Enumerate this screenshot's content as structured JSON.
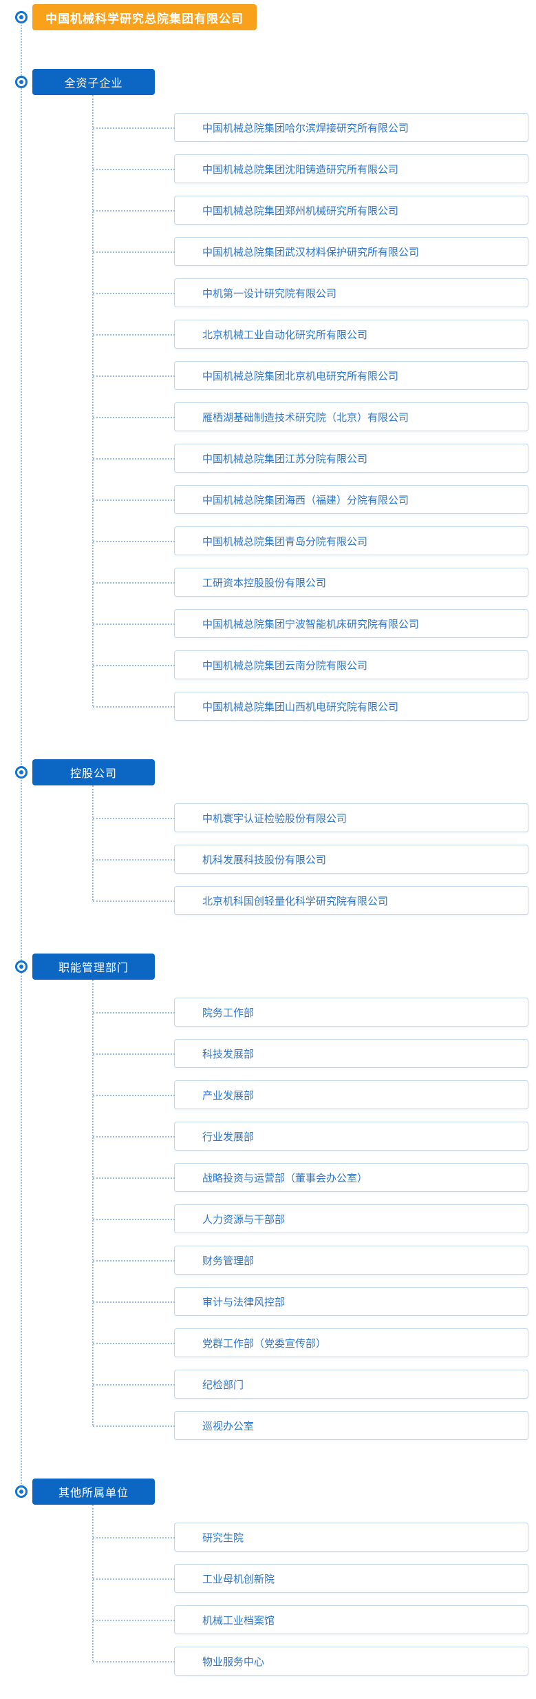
{
  "root": {
    "label": "中国机械科学研究总院集团有限公司"
  },
  "sections": [
    {
      "label": "全资子企业",
      "items": [
        "中国机械总院集团哈尔滨焊接研究所有限公司",
        "中国机械总院集团沈阳铸造研究所有限公司",
        "中国机械总院集团郑州机械研究所有限公司",
        "中国机械总院集团武汉材料保护研究所有限公司",
        "中机第一设计研究院有限公司",
        "北京机械工业自动化研究所有限公司",
        "中国机械总院集团北京机电研究所有限公司",
        "雁栖湖基础制造技术研究院（北京）有限公司",
        "中国机械总院集团江苏分院有限公司",
        "中国机械总院集团海西（福建）分院有限公司",
        "中国机械总院集团青岛分院有限公司",
        "工研资本控股股份有限公司",
        "中国机械总院集团宁波智能机床研究院有限公司",
        "中国机械总院集团云南分院有限公司",
        "中国机械总院集团山西机电研究院有限公司"
      ]
    },
    {
      "label": "控股公司",
      "items": [
        "中机寰宇认证检验股份有限公司",
        "机科发展科技股份有限公司",
        "北京机科国创轻量化科学研究院有限公司"
      ]
    },
    {
      "label": "职能管理部门",
      "items": [
        "院务工作部",
        "科技发展部",
        "产业发展部",
        "行业发展部",
        "战略投资与运营部（董事会办公室）",
        "人力资源与干部部",
        "财务管理部",
        "审计与法律风控部",
        "党群工作部（党委宣传部）",
        "纪检部门",
        "巡视办公室"
      ]
    },
    {
      "label": "其他所属单位",
      "items": [
        "研究生院",
        "工业母机创新院",
        "机械工业档案馆",
        "物业服务中心"
      ]
    }
  ],
  "icons": {
    "node_toggle": "circled-dot-icon"
  },
  "colors": {
    "root_bg": "#F9A11B",
    "section_bg": "#0C67C4",
    "item_text": "#2E76C8",
    "item_border": "#BFD8F0",
    "connector": "#94BFE8",
    "icon_blue": "#1273D2"
  }
}
